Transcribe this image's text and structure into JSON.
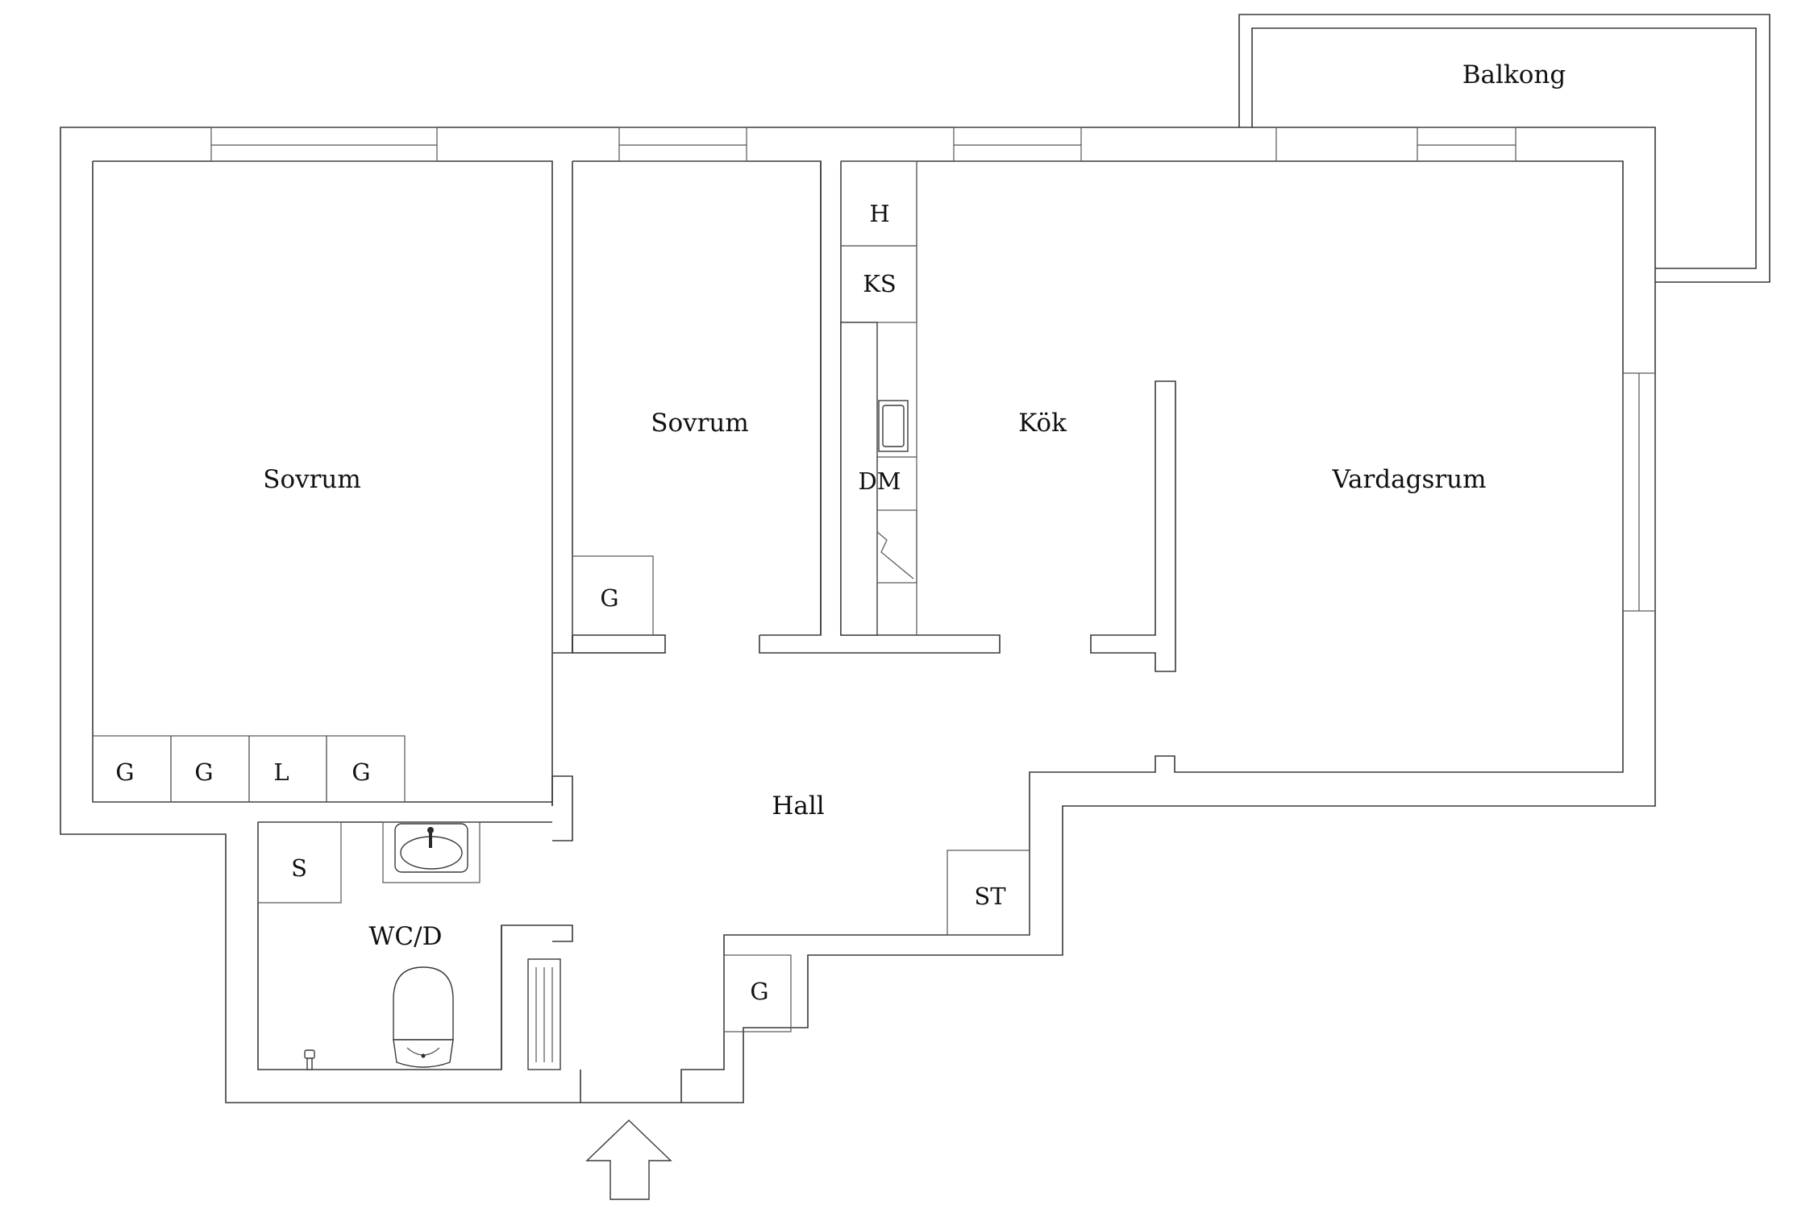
{
  "rooms": {
    "balcony": "Balkong",
    "bedroom_large": "Sovrum",
    "bedroom_small": "Sovrum",
    "kitchen": "Kök",
    "living_room": "Vardagsrum",
    "hall": "Hall",
    "wc": "WC/D"
  },
  "fixtures": {
    "kitchen_h": "H",
    "kitchen_ks": "KS",
    "kitchen_dm": "DM",
    "closet_small_bedroom": "G",
    "closet_1": "G",
    "closet_2": "G",
    "linen_closet": "L",
    "closet_3": "G",
    "storage_s": "S",
    "storage_st": "ST",
    "closet_hall": "G"
  },
  "icons": {
    "entrance": "up-arrow-icon",
    "sink": "sink-icon",
    "toilet": "toilet-icon",
    "radiator": "radiator-icon",
    "tap": "tap-icon",
    "kitchen_sink": "kitchen-sink-icon"
  },
  "colors": {
    "wall": "#3a3a3a",
    "background": "#ffffff",
    "text": "#111111"
  }
}
